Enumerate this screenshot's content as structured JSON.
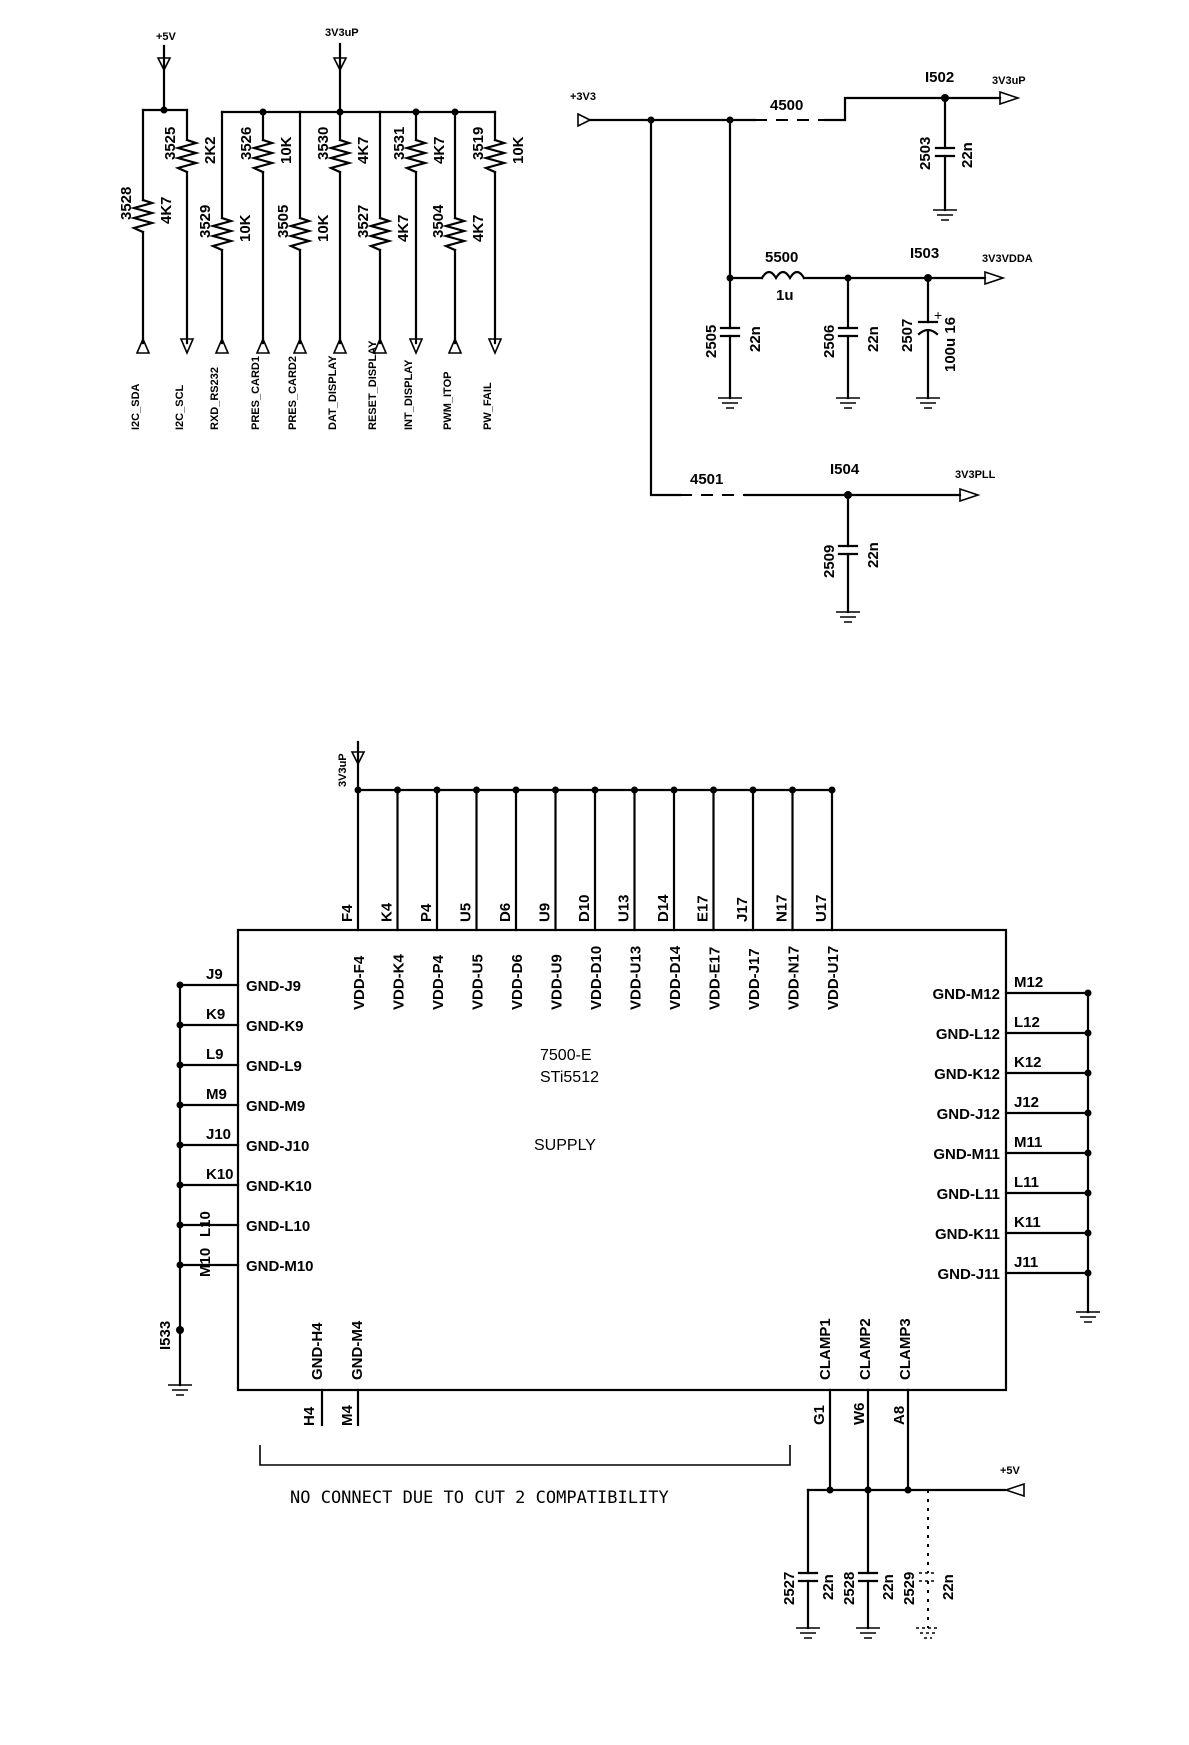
{
  "pullups": {
    "rail_5v": "+5V",
    "rail_3v3up": "3V3uP",
    "resistors": [
      {
        "ref": "3528",
        "value": "4K7",
        "signal": "I2C_SDA"
      },
      {
        "ref": "3525",
        "value": "2K2",
        "signal": "I2C_SCL"
      },
      {
        "ref": "3529",
        "value": "10K",
        "signal": "RXD_RS232"
      },
      {
        "ref": "3526",
        "value": "10K",
        "signal": "PRES_CARD1"
      },
      {
        "ref": "3505",
        "value": "10K",
        "signal": "PRES_CARD2"
      },
      {
        "ref": "3530",
        "value": "4K7",
        "signal": "DAT_DISPLAY"
      },
      {
        "ref": "3527",
        "value": "4K7",
        "signal": "RESET_DISPLAY"
      },
      {
        "ref": "3531",
        "value": "4K7",
        "signal": "INT_DISPLAY"
      },
      {
        "ref": "3504",
        "value": "4K7",
        "signal": "PWM_ITOP"
      },
      {
        "ref": "3519",
        "value": "10K",
        "signal": "PW_FAIL"
      }
    ]
  },
  "power": {
    "input": "+3V3",
    "link_4500": "4500",
    "link_4501": "4501",
    "i502": "I502",
    "i503": "I503",
    "i504": "I504",
    "out_3v3up": "3V3uP",
    "out_3v3vdda": "3V3VDDA",
    "out_3v3pll": "3V3PLL",
    "inductor": {
      "ref": "5500",
      "value": "1u"
    },
    "caps": [
      {
        "ref": "2503",
        "value": "22n"
      },
      {
        "ref": "2505",
        "value": "22n"
      },
      {
        "ref": "2506",
        "value": "22n"
      },
      {
        "ref": "2507",
        "value": "100u 16"
      },
      {
        "ref": "2509",
        "value": "22n"
      }
    ]
  },
  "chip": {
    "rail": "3V3uP",
    "ref": "7500-E",
    "part": "STi5512",
    "function": "SUPPLY",
    "vdd_pins": [
      {
        "ball": "F4",
        "name": "VDD-F4"
      },
      {
        "ball": "K4",
        "name": "VDD-K4"
      },
      {
        "ball": "P4",
        "name": "VDD-P4"
      },
      {
        "ball": "U5",
        "name": "VDD-U5"
      },
      {
        "ball": "D6",
        "name": "VDD-D6"
      },
      {
        "ball": "U9",
        "name": "VDD-U9"
      },
      {
        "ball": "D10",
        "name": "VDD-D10"
      },
      {
        "ball": "U13",
        "name": "VDD-U13"
      },
      {
        "ball": "D14",
        "name": "VDD-D14"
      },
      {
        "ball": "E17",
        "name": "VDD-E17"
      },
      {
        "ball": "J17",
        "name": "VDD-J17"
      },
      {
        "ball": "N17",
        "name": "VDD-N17"
      },
      {
        "ball": "U17",
        "name": "VDD-U17"
      }
    ],
    "left_pins": [
      {
        "ball": "J9",
        "name": "GND-J9"
      },
      {
        "ball": "K9",
        "name": "GND-K9"
      },
      {
        "ball": "L9",
        "name": "GND-L9"
      },
      {
        "ball": "M9",
        "name": "GND-M9"
      },
      {
        "ball": "J10",
        "name": "GND-J10"
      },
      {
        "ball": "K10",
        "name": "GND-K10"
      },
      {
        "ball": "L10",
        "name": "GND-L10"
      },
      {
        "ball": "M10",
        "name": "GND-M10"
      }
    ],
    "right_pins": [
      {
        "ball": "M12",
        "name": "GND-M12"
      },
      {
        "ball": "L12",
        "name": "GND-L12"
      },
      {
        "ball": "K12",
        "name": "GND-K12"
      },
      {
        "ball": "J12",
        "name": "GND-J12"
      },
      {
        "ball": "M11",
        "name": "GND-M11"
      },
      {
        "ball": "L11",
        "name": "GND-L11"
      },
      {
        "ball": "K11",
        "name": "GND-K11"
      },
      {
        "ball": "J11",
        "name": "GND-J11"
      }
    ],
    "bottom_left_pins": [
      {
        "ball": "H4",
        "name": "GND-H4"
      },
      {
        "ball": "M4",
        "name": "GND-M4"
      }
    ],
    "bottom_right_pins": [
      {
        "ball": "G1",
        "name": "CLAMP1"
      },
      {
        "ball": "W6",
        "name": "CLAMP2"
      },
      {
        "ball": "A8",
        "name": "CLAMP3"
      }
    ],
    "i533": "I533",
    "clamp_rail": "+5V",
    "clamp_caps": [
      {
        "ref": "2527",
        "value": "22n"
      },
      {
        "ref": "2528",
        "value": "22n"
      },
      {
        "ref": "2529",
        "value": "22n"
      }
    ],
    "note": "NO CONNECT DUE TO CUT 2 COMPATIBILITY"
  }
}
